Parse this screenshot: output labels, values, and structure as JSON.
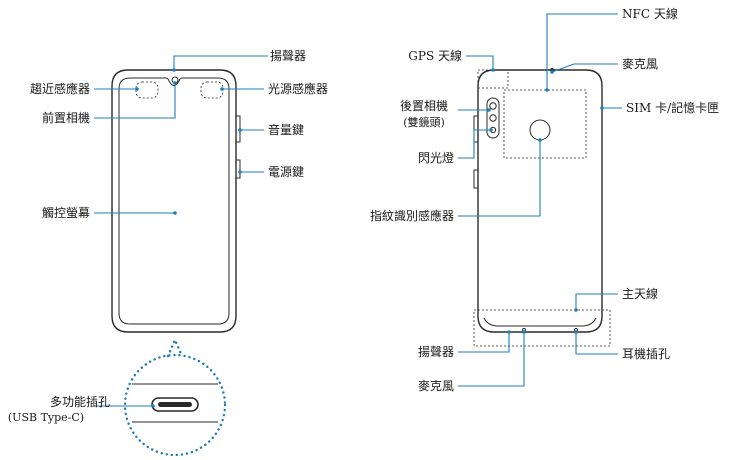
{
  "front": {
    "speaker": "揚聲器",
    "proximity_sensor": "趨近感應器",
    "light_sensor": "光源感應器",
    "front_camera": "前置相機",
    "volume_key": "音量鍵",
    "power_key": "電源鍵",
    "touchscreen": "觸控螢幕",
    "multipurpose_jack_line1": "多功能插孔",
    "multipurpose_jack_line2": "(USB Type-C)"
  },
  "back": {
    "gps_antenna": "GPS 天線",
    "nfc_antenna": "NFC 天線",
    "microphone_top": "麥克風",
    "sim_tray": "SIM 卡/記憶卡匣",
    "rear_camera_line1": "後置相機",
    "rear_camera_line2": "(雙鏡頭)",
    "flash": "閃光燈",
    "fingerprint_sensor": "指紋識別感應器",
    "main_antenna": "主天線",
    "speaker_bottom": "揚聲器",
    "earphone_jack": "耳機插孔",
    "microphone_bottom": "麥克風"
  },
  "colors": {
    "leader": "#1e7fb8",
    "outline": "#2a2a2a"
  }
}
